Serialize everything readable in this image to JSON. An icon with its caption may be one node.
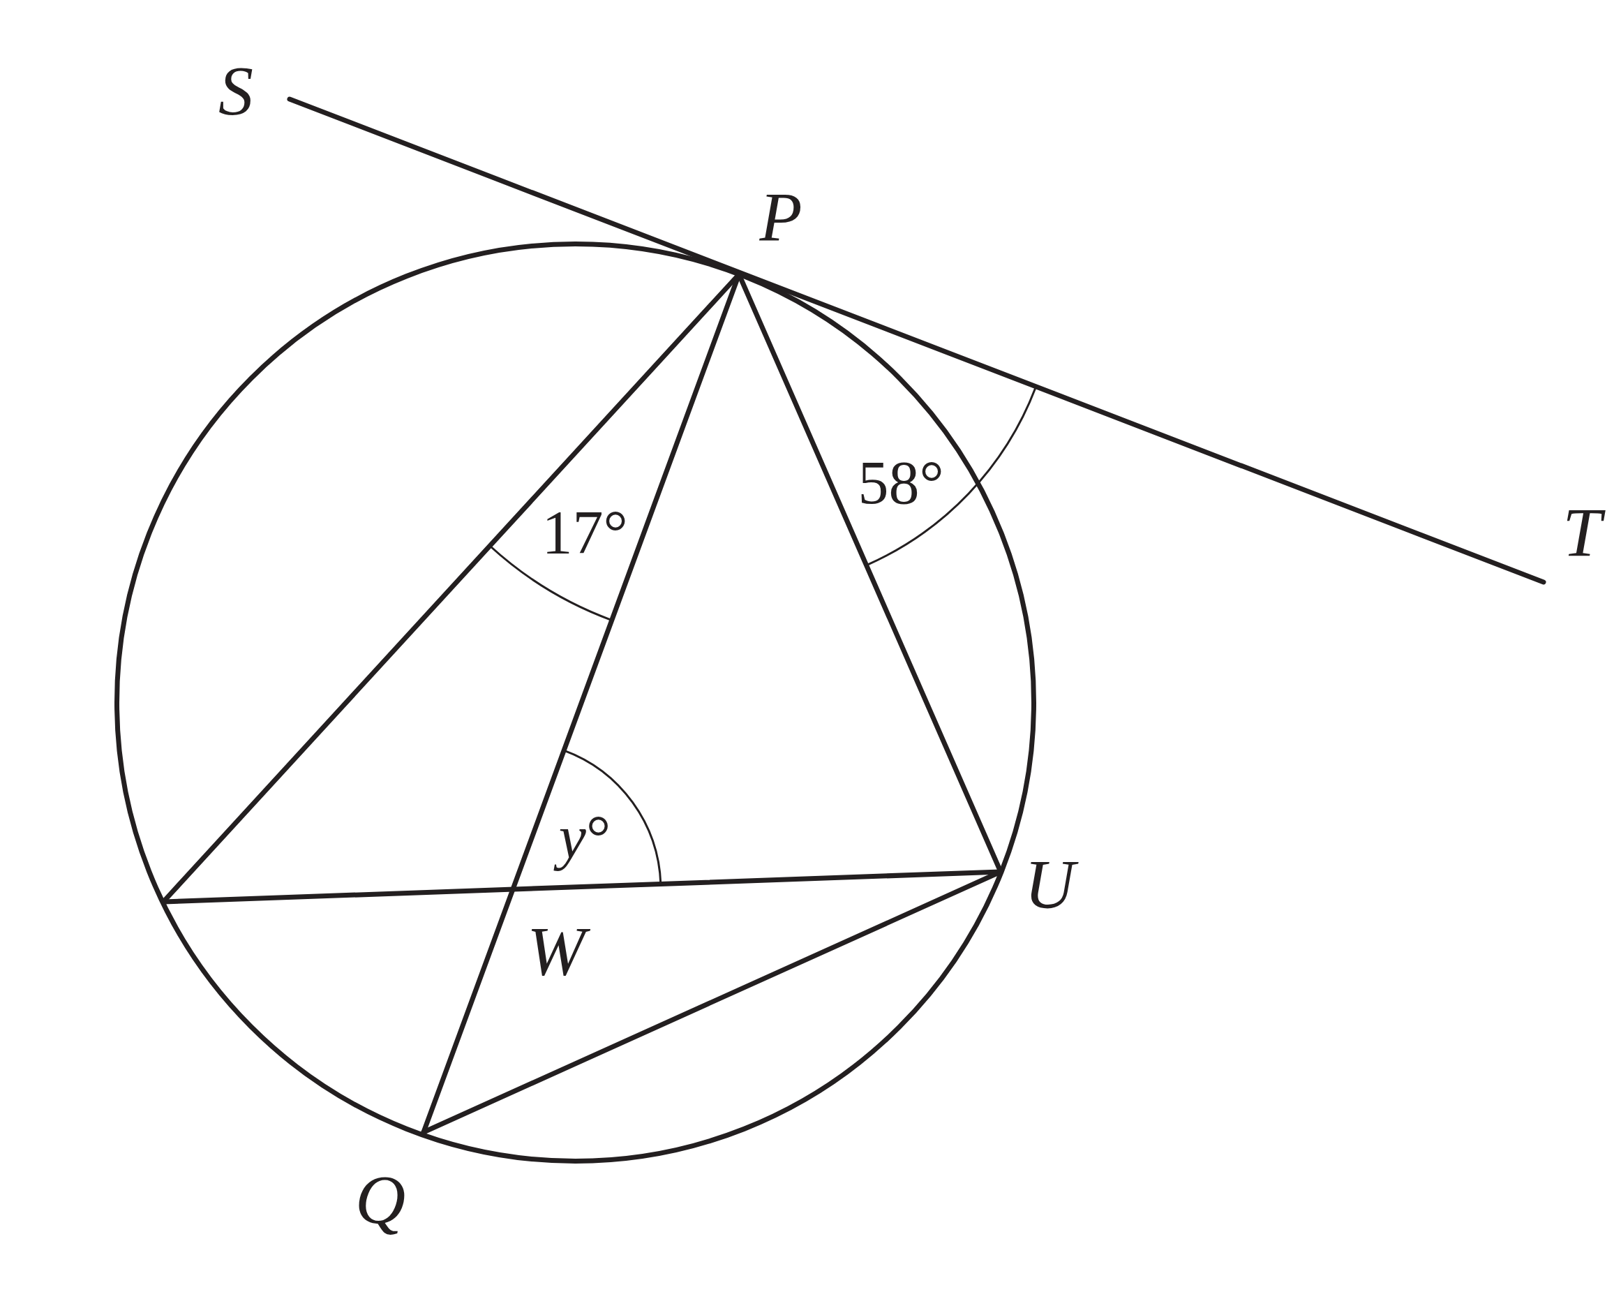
{
  "diagram": {
    "nodes": [
      {
        "text": [],
        "shape": "circle"
      }
    ],
    "labels": [
      "S",
      "P",
      "T",
      "58°",
      "17°",
      "*y*°",
      "U",
      "W",
      "Q"
    ]
  }
}
